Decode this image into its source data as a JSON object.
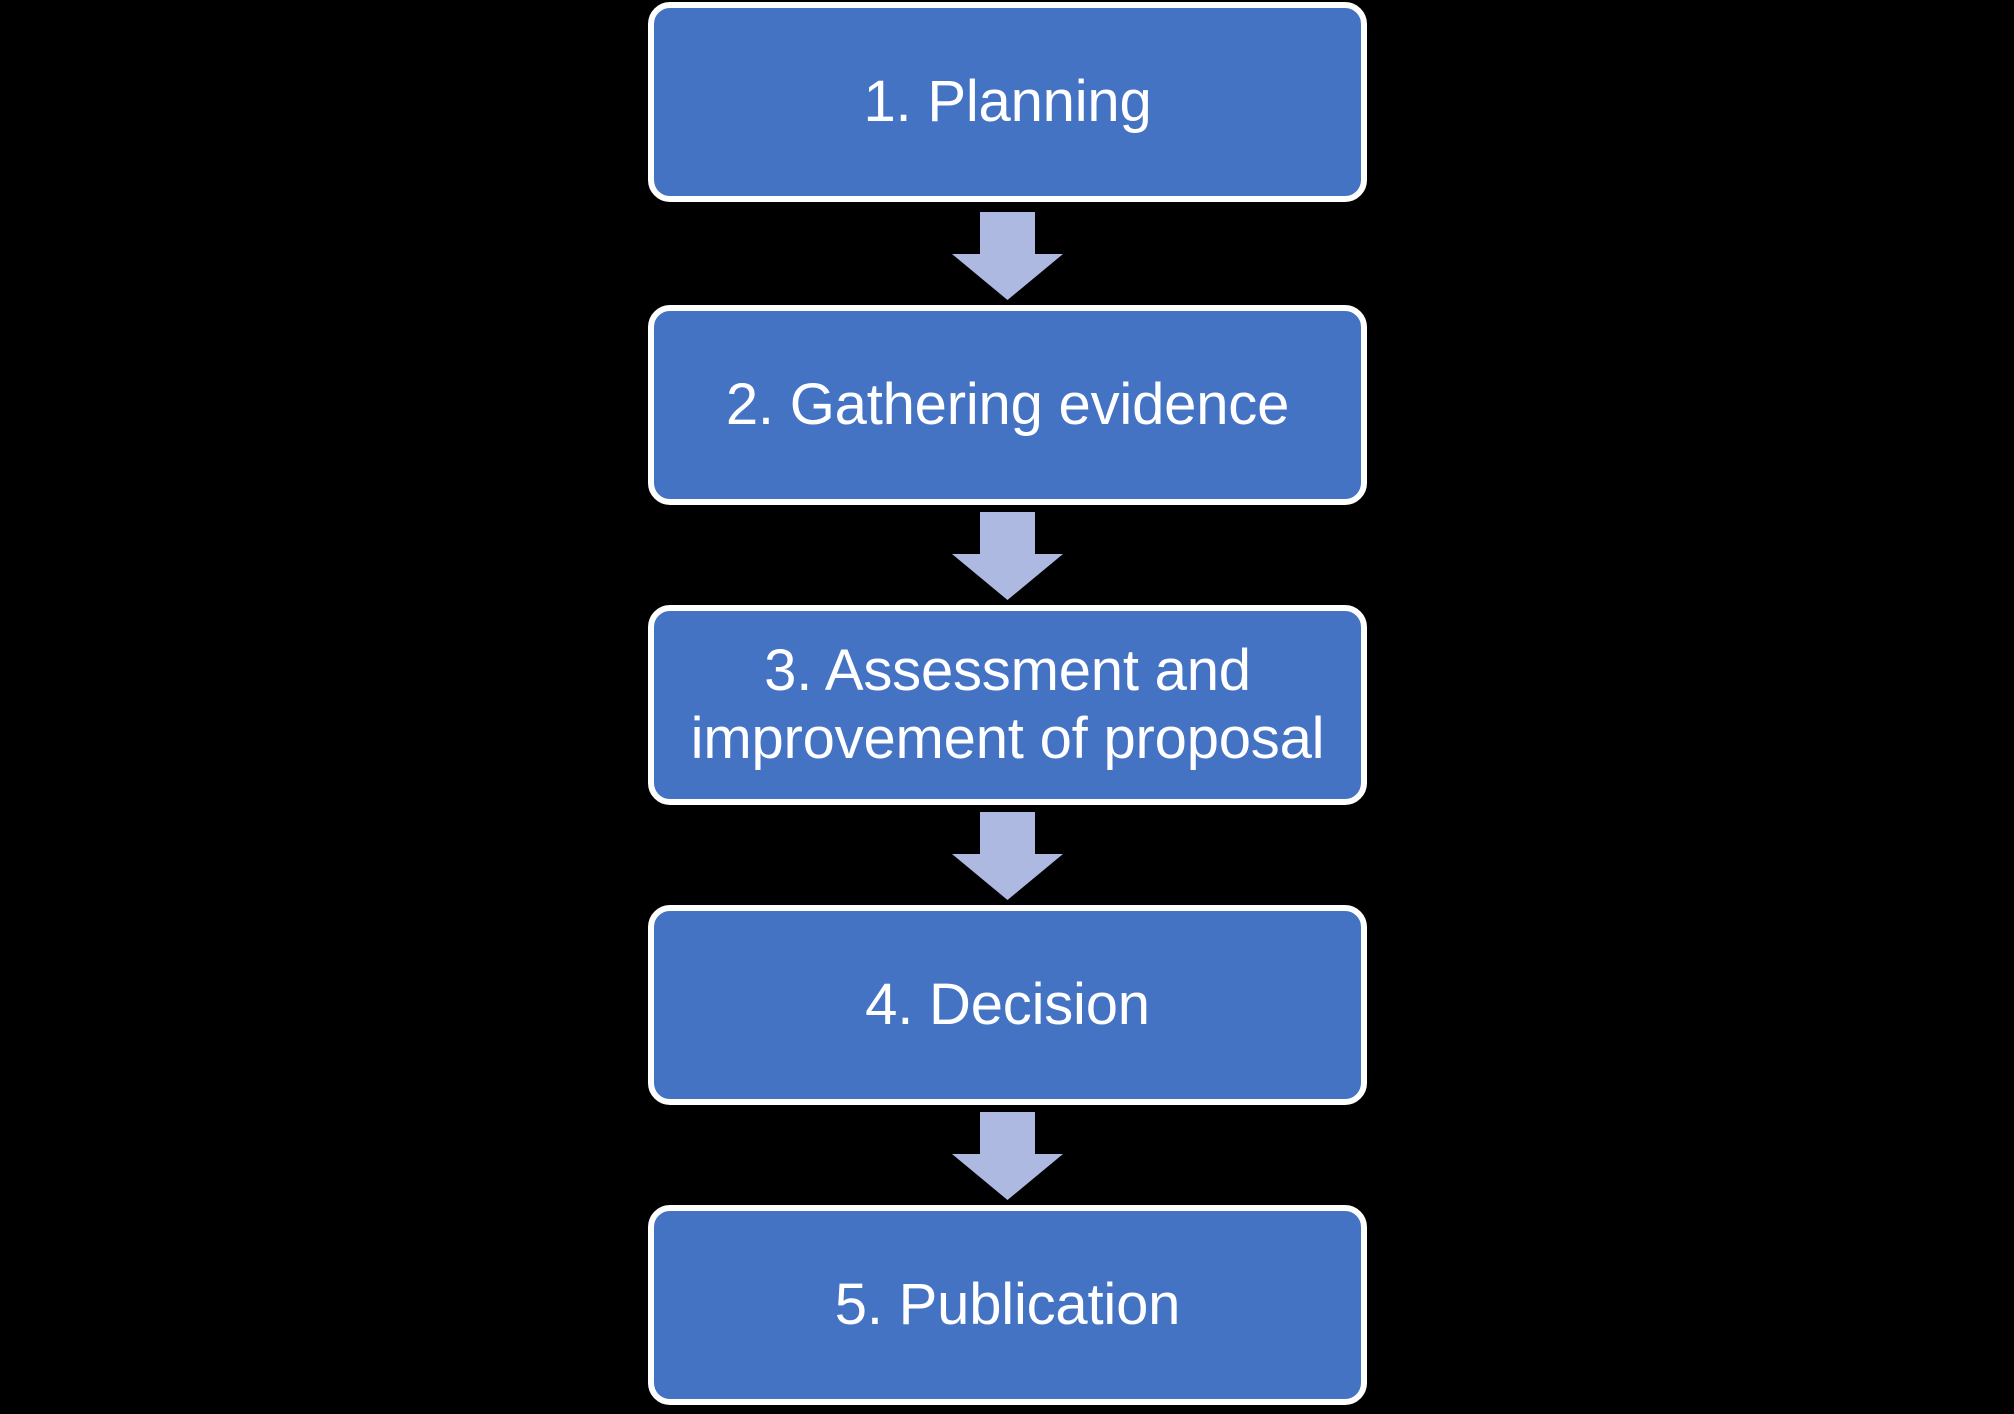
{
  "diagram": {
    "title": "Five-step process flowchart",
    "background_color": "#000000",
    "node_fill_color": "#4573C4",
    "node_border_color": "#FFFFFF",
    "node_text_color": "#FFFFFF",
    "arrow_color": "#AEB9E1",
    "orientation": "vertical-top-to-bottom",
    "steps": [
      {
        "number": "1",
        "label": "1. Planning"
      },
      {
        "number": "2",
        "label": "2. Gathering evidence"
      },
      {
        "number": "3",
        "label": "3. Assessment and\nimprovement of proposal"
      },
      {
        "number": "4",
        "label": "4. Decision"
      },
      {
        "number": "5",
        "label": "5. Publication"
      }
    ],
    "connectors": [
      {
        "from": "1. Planning",
        "to": "2. Gathering evidence",
        "icon": "arrow-down-icon"
      },
      {
        "from": "2. Gathering evidence",
        "to": "3. Assessment and improvement of proposal",
        "icon": "arrow-down-icon"
      },
      {
        "from": "3. Assessment and improvement of proposal",
        "to": "4. Decision",
        "icon": "arrow-down-icon"
      },
      {
        "from": "4. Decision",
        "to": "5. Publication",
        "icon": "arrow-down-icon"
      }
    ]
  }
}
